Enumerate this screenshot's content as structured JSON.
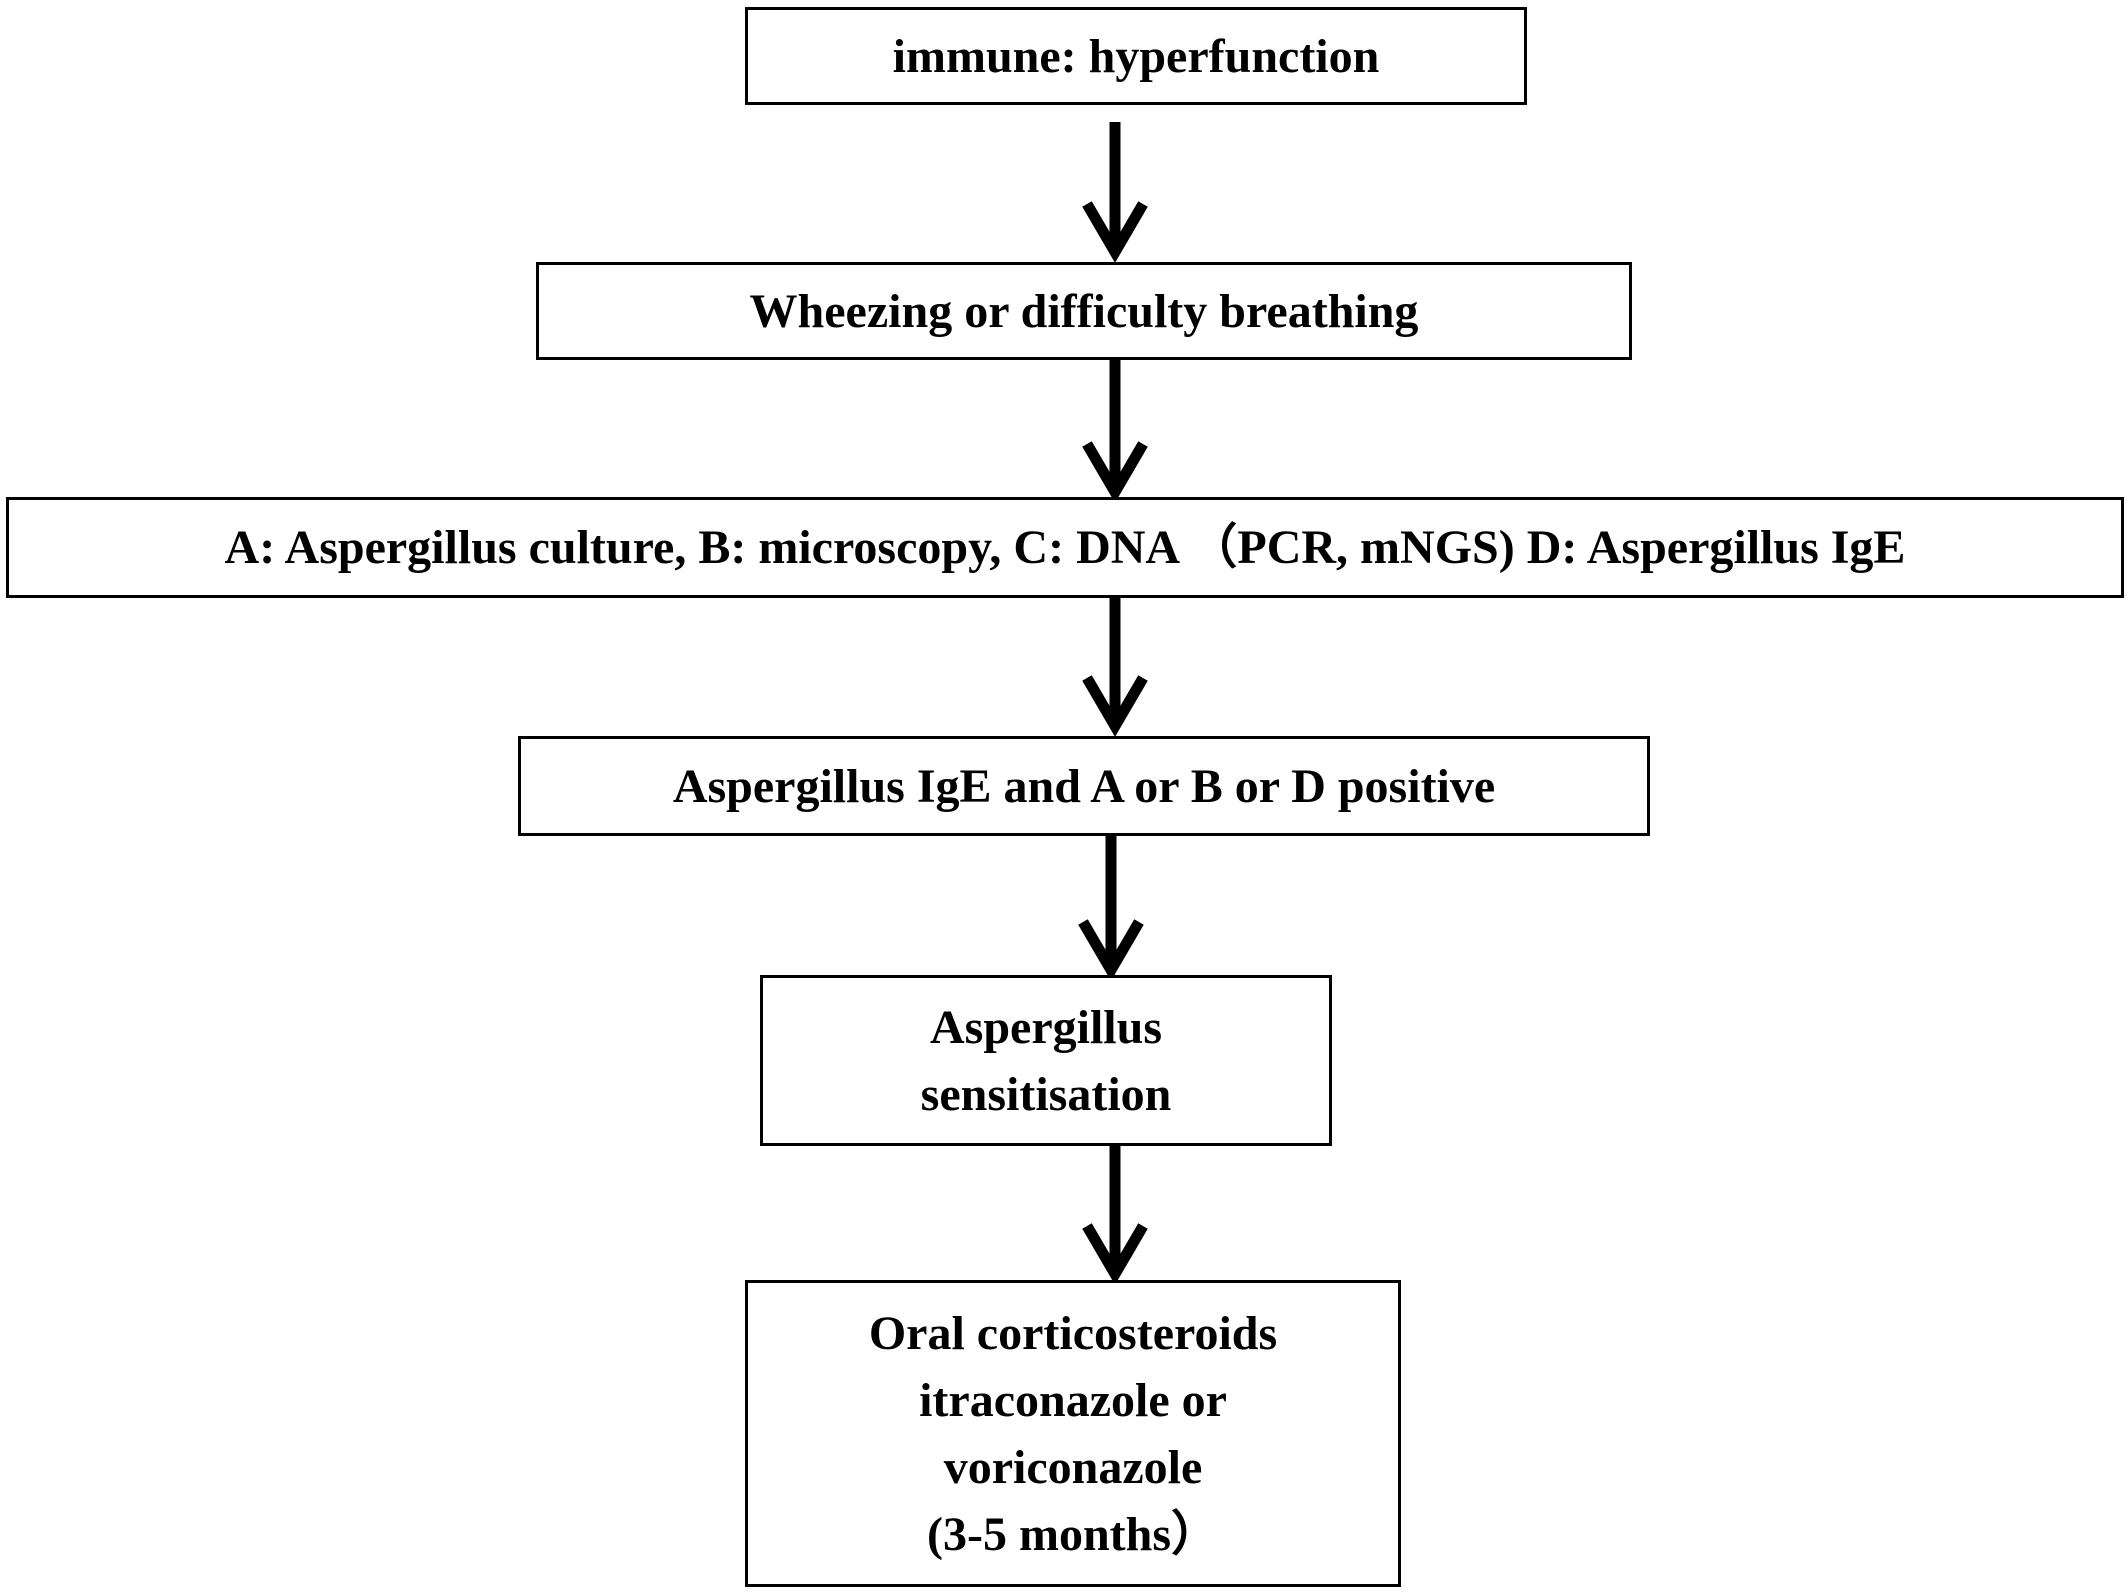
{
  "flowchart": {
    "steps": [
      {
        "lines": [
          "immune: hyperfunction"
        ]
      },
      {
        "lines": [
          "Wheezing or difficulty breathing"
        ]
      },
      {
        "lines": [
          "A: Aspergillus culture, B: microscopy, C: DNA （PCR, mNGS) D: Aspergillus IgE"
        ]
      },
      {
        "lines": [
          "Aspergillus IgE and A or B or D positive"
        ]
      },
      {
        "lines": [
          "Aspergillus",
          "sensitisation"
        ]
      },
      {
        "lines": [
          "Oral corticosteroids",
          "itraconazole or",
          "voriconazole",
          "(3-5 months）"
        ]
      }
    ]
  }
}
